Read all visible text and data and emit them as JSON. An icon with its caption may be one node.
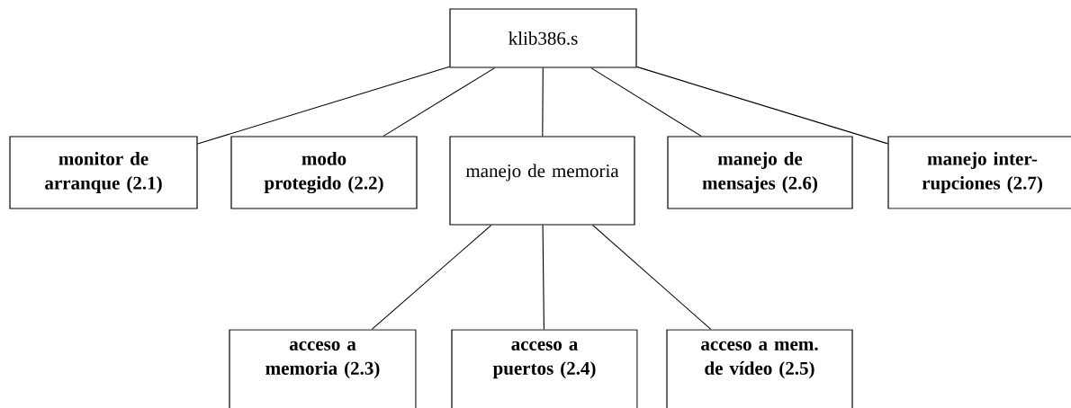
{
  "diagram": {
    "nodes": [
      {
        "text": [
          "klib386.s"
        ]
      },
      {
        "text": [
          "monitor de arranque (2.1)"
        ]
      },
      {
        "text": [
          "modo protegido (2.2)"
        ]
      },
      {
        "text": [
          "manejo de memoria"
        ]
      },
      {
        "text": [
          "manejo de mensajes (2.6)"
        ]
      },
      {
        "text": [
          "manejo inter- rupciones (2.7)"
        ]
      },
      {
        "text": [
          "acceso a memoria (2.3)"
        ]
      },
      {
        "text": [
          "acceso a puertos (2.4)"
        ]
      },
      {
        "text": [
          "acceso a mem. de vídeo (2.5)"
        ]
      }
    ],
    "edges": [
      {
        "from": 0,
        "to": 1,
        "arrow": "none"
      },
      {
        "from": 0,
        "to": 2,
        "arrow": "none"
      },
      {
        "from": 0,
        "to": 3,
        "arrow": "none"
      },
      {
        "from": 0,
        "to": 4,
        "arrow": "none"
      },
      {
        "from": 0,
        "to": 5,
        "arrow": "none"
      },
      {
        "from": 3,
        "to": 6,
        "arrow": "none"
      },
      {
        "from": 3,
        "to": 7,
        "arrow": "none"
      },
      {
        "from": 3,
        "to": 8,
        "arrow": "none"
      }
    ]
  }
}
